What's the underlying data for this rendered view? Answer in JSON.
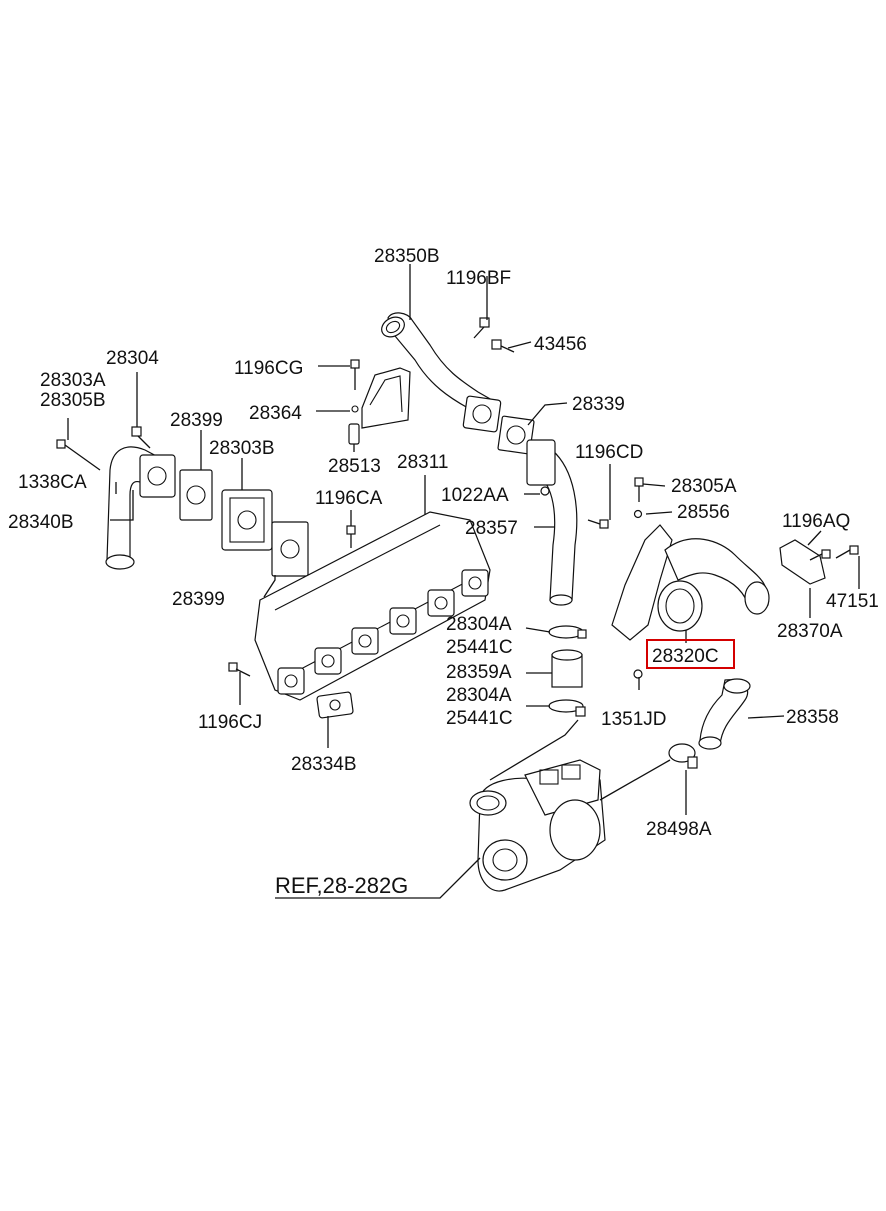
{
  "highlight_color": "#d40000",
  "labels": {
    "l_28350B": "28350B",
    "l_1196BF": "1196BF",
    "l_43456": "43456",
    "l_1196CG": "1196CG",
    "l_28364": "28364",
    "l_28513": "28513",
    "l_28339": "28339",
    "l_28311": "28311",
    "l_28304": "28304",
    "l_28303A": "28303A",
    "l_28305B": "28305B",
    "l_28399a": "28399",
    "l_28303B": "28303B",
    "l_1338CA": "1338CA",
    "l_28340B": "28340B",
    "l_1196CA": "1196CA",
    "l_28399b": "28399",
    "l_1196CD": "1196CD",
    "l_1022AA": "1022AA",
    "l_28357": "28357",
    "l_28305A": "28305A",
    "l_28556": "28556",
    "l_1196AQ": "1196AQ",
    "l_47151": "47151",
    "l_28370A": "28370A",
    "l_28320C": "28320C",
    "l_28304A1": "28304A",
    "l_25441C1": "25441C",
    "l_28359A": "28359A",
    "l_28304A2": "28304A",
    "l_25441C2": "25441C",
    "l_1351JD": "1351JD",
    "l_28358": "28358",
    "l_1196CJ": "1196CJ",
    "l_28334B": "28334B",
    "l_28498A": "28498A",
    "l_REF": "REF,28-282G"
  }
}
